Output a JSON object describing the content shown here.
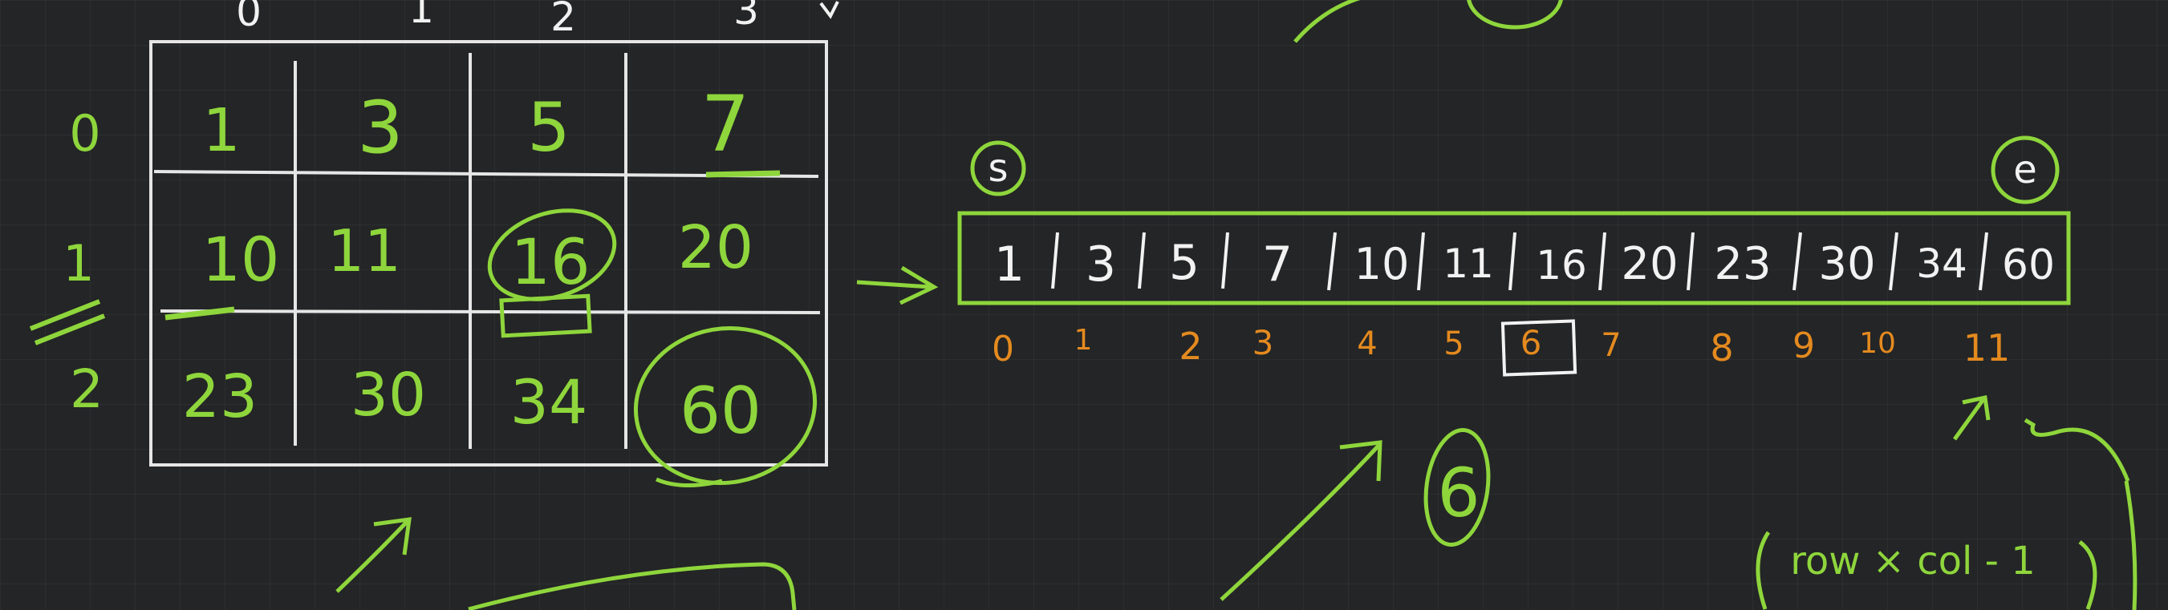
{
  "matrix": {
    "col_indices": [
      "0",
      "1",
      "2",
      "3"
    ],
    "row_indices": [
      "0",
      "1",
      "2"
    ],
    "cells": [
      [
        "1",
        "3",
        "5",
        "7"
      ],
      [
        "10",
        "11",
        "16",
        "20"
      ],
      [
        "23",
        "30",
        "34",
        "60"
      ]
    ],
    "circled_cells": [
      "16",
      "60"
    ]
  },
  "array": {
    "start_label": "s",
    "end_label": "e",
    "values": [
      "1",
      "3",
      "5",
      "7",
      "10",
      "11",
      "16",
      "20",
      "23",
      "30",
      "34",
      "60"
    ],
    "indices": [
      "0",
      "1",
      "2",
      "3",
      "4",
      "5",
      "6",
      "7",
      "8",
      "9",
      "10",
      "11"
    ],
    "boxed_index": "6"
  },
  "annotations": {
    "mid_circle": "6",
    "formula": "row × col - 1"
  },
  "colors": {
    "background": "#242526",
    "chalk_white": "#f2f2f2",
    "green": "#8ed63c",
    "orange": "#e48a1f"
  }
}
